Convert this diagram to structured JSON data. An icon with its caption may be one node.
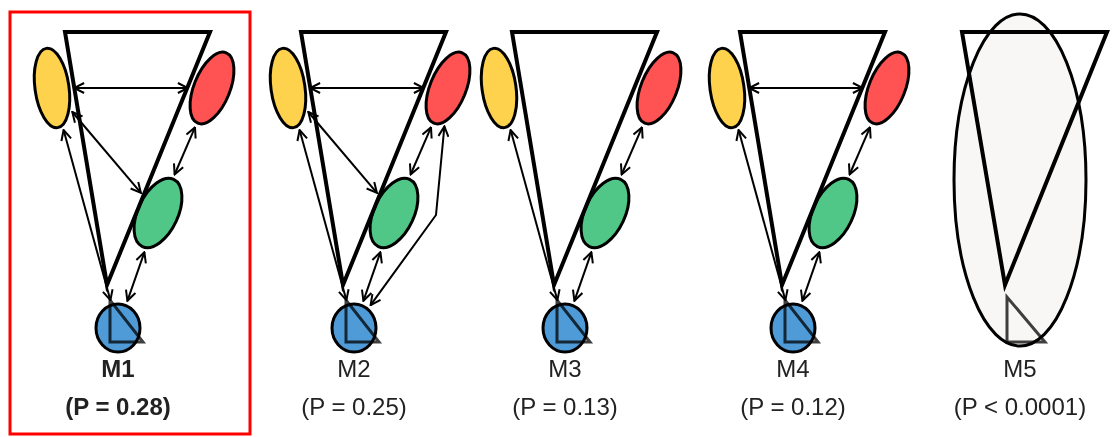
{
  "diagram": {
    "nodes": [
      {
        "text": [],
        "shape": "ellipse"
      },
      {
        "text": [],
        "shape": "ellipse"
      },
      {
        "text": [],
        "shape": "ellipse"
      },
      {
        "text": [],
        "shape": "circle"
      },
      {
        "text": [],
        "shape": "ellipse"
      },
      {
        "text": [],
        "shape": "ellipse"
      },
      {
        "text": [],
        "shape": "ellipse"
      },
      {
        "text": [],
        "shape": "circle"
      },
      {
        "text": [],
        "shape": "ellipse"
      },
      {
        "text": [],
        "shape": "ellipse"
      },
      {
        "text": [],
        "shape": "ellipse"
      },
      {
        "text": [],
        "shape": "circle"
      },
      {
        "text": [],
        "shape": "ellipse"
      },
      {
        "text": [],
        "shape": "ellipse"
      },
      {
        "text": [],
        "shape": "ellipse"
      },
      {
        "text": [],
        "shape": "circle"
      },
      {
        "text": [],
        "shape": "ellipse"
      }
    ],
    "edges": [
      {
        "from": 0,
        "to": 1,
        "arrow": "both"
      },
      {
        "from": 0,
        "to": 2,
        "arrow": "both"
      },
      {
        "from": 0,
        "to": 3,
        "arrow": "both"
      },
      {
        "from": 1,
        "to": 2,
        "arrow": "both"
      },
      {
        "from": 2,
        "to": 3,
        "arrow": "both"
      },
      {
        "from": 4,
        "to": 5,
        "arrow": "both"
      },
      {
        "from": 4,
        "to": 6,
        "arrow": "both"
      },
      {
        "from": 4,
        "to": 7,
        "arrow": "both"
      },
      {
        "from": 5,
        "to": 6,
        "arrow": "both"
      },
      {
        "from": 5,
        "to": 7,
        "arrow": "both"
      },
      {
        "from": 6,
        "to": 7,
        "arrow": "both"
      },
      {
        "from": 8,
        "to": 11,
        "arrow": "both"
      },
      {
        "from": 9,
        "to": 10,
        "arrow": "both"
      },
      {
        "from": 10,
        "to": 11,
        "arrow": "both"
      },
      {
        "from": 12,
        "to": 13,
        "arrow": "both"
      },
      {
        "from": 12,
        "to": 15,
        "arrow": "both"
      },
      {
        "from": 13,
        "to": 14,
        "arrow": "both"
      },
      {
        "from": 14,
        "to": 15,
        "arrow": "both"
      }
    ],
    "labels": [
      "M1",
      "(P = 0.28)",
      "M2",
      "(P = 0.25)",
      "M3",
      "(P = 0.13)",
      "M4",
      "(P = 0.12)",
      "M5",
      "(P < 0.0001)"
    ]
  }
}
